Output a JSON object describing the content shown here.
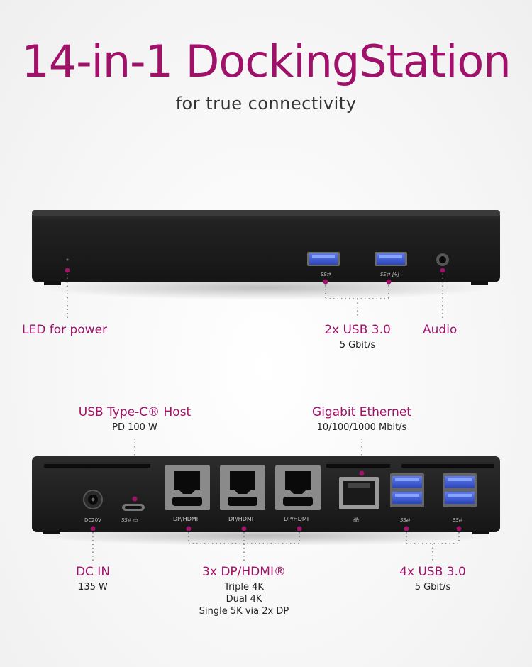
{
  "header": {
    "title": "14-in-1 DockingStation",
    "subtitle": "for true connectivity"
  },
  "front": {
    "led": {
      "label": "LED for power"
    },
    "usb": {
      "label": "2x USB 3.0",
      "sub": "5 Gbit/s"
    },
    "audio": {
      "label": "Audio"
    }
  },
  "back": {
    "usbc": {
      "label": "USB Type-C® Host",
      "sub": "PD 100 W"
    },
    "ethernet": {
      "label": "Gigabit Ethernet",
      "sub": "10/100/1000 Mbit/s"
    },
    "dcin": {
      "label": "DC IN",
      "sub": "135 W"
    },
    "dp": {
      "label": "3x DP/HDMI®",
      "sub1": "Triple 4K",
      "sub2": "Dual 4K",
      "sub3": "Single 5K via 2x DP"
    },
    "usb4": {
      "label": "4x USB 3.0",
      "sub": "5 Gbit/s"
    },
    "port_text": {
      "dc": "DC20V",
      "dp": "DP/HDMI"
    }
  },
  "colors": {
    "accent": "#a0126a",
    "device": "#1c1c1c",
    "usb_blue": "#3b5bd6"
  }
}
